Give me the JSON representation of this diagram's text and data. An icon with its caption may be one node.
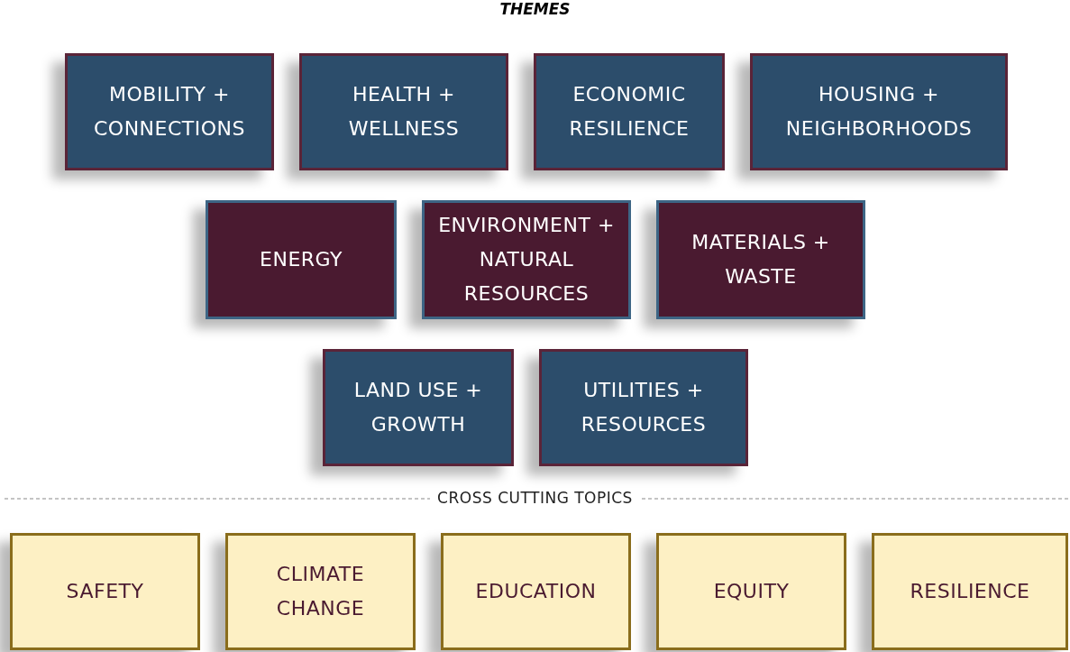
{
  "diagram": {
    "title": "THEMES",
    "nodes": [
      {
        "text": [
          "MOBILITY + CONNECTIONS"
        ]
      },
      {
        "text": [
          "HEALTH + WELLNESS"
        ]
      },
      {
        "text": [
          "ECONOMIC RESILIENCE"
        ]
      },
      {
        "text": [
          "HOUSING + NEIGHBORHOODS"
        ]
      },
      {
        "text": [
          "ENERGY"
        ]
      },
      {
        "text": [
          "ENVIRONMENT + NATURAL RESOURCES"
        ]
      },
      {
        "text": [
          "MATERIALS + WASTE"
        ]
      },
      {
        "text": [
          "LAND USE + GROWTH"
        ]
      },
      {
        "text": [
          "UTILITIES + RESOURCES"
        ]
      },
      {
        "text": [
          "SAFETY"
        ]
      },
      {
        "text": [
          "CLIMATE CHANGE"
        ]
      },
      {
        "text": [
          "EDUCATION"
        ]
      },
      {
        "text": [
          "EQUITY"
        ]
      },
      {
        "text": [
          "RESILIENCE"
        ]
      }
    ],
    "labels": [
      "CROSS CUTTING TOPICS"
    ]
  }
}
